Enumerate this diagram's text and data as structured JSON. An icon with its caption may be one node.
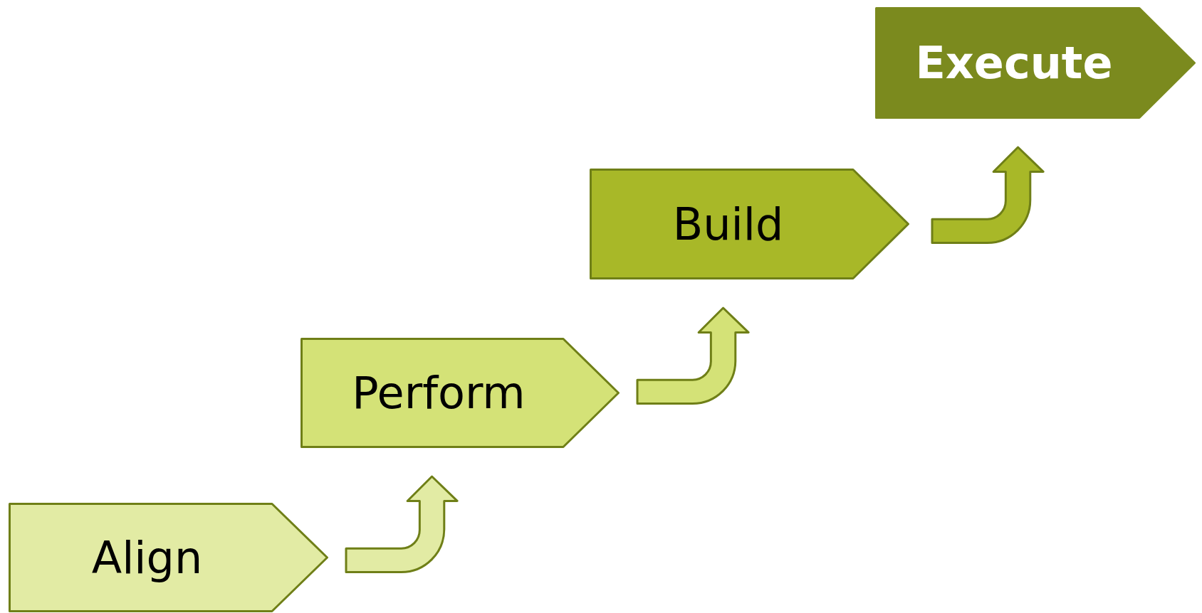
{
  "diagram": {
    "nodes": [
      {
        "text": [
          "Align"
        ]
      },
      {
        "text": [
          "Perform"
        ]
      },
      {
        "text": [
          "Build"
        ]
      },
      {
        "text": [
          "Execute"
        ]
      }
    ],
    "edges": [
      {
        "from": 0,
        "to": 1,
        "arrow": "to"
      },
      {
        "from": 1,
        "to": 2,
        "arrow": "to"
      },
      {
        "from": 2,
        "to": 3,
        "arrow": "to"
      }
    ]
  }
}
